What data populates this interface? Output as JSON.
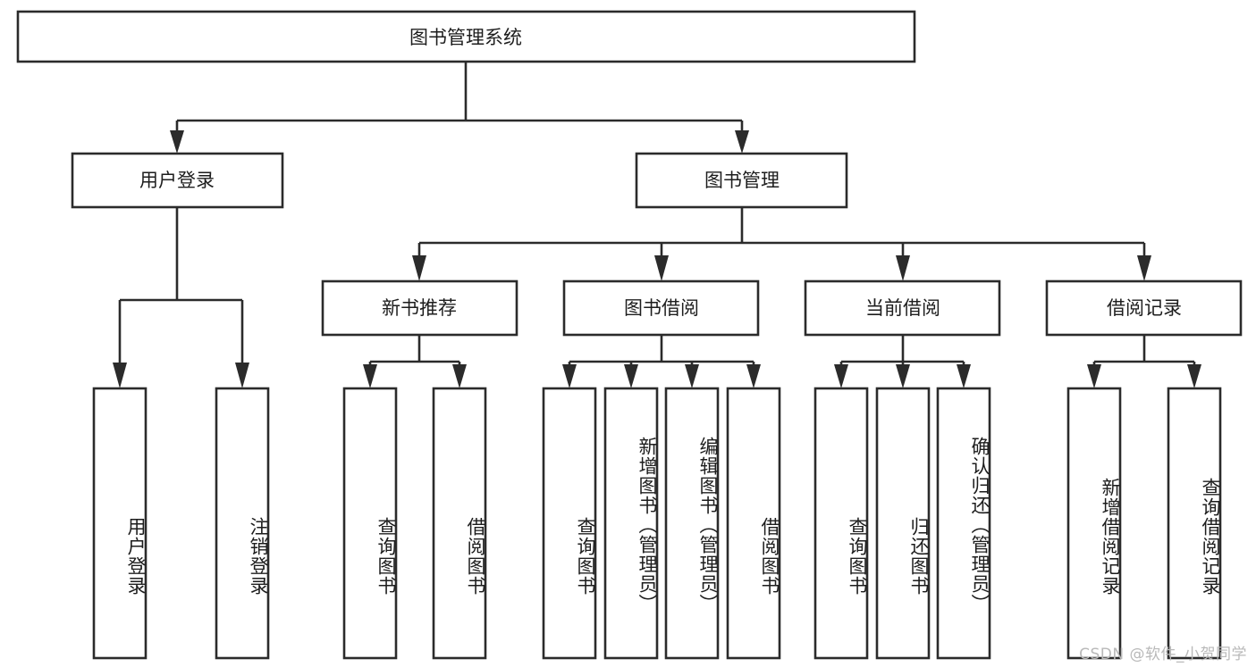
{
  "diagram": {
    "title": "图书管理系统",
    "type": "tree",
    "watermark": "CSDN @软件_小贺同学",
    "colors": {
      "stroke": "#2b2b2b",
      "box_fill": "#ffffff",
      "text": "#1d1d1d",
      "watermark": "#b9b9b9",
      "background": "#ffffff"
    },
    "root": {
      "label": "图书管理系统"
    },
    "level2": [
      {
        "label": "用户登录"
      },
      {
        "label": "图书管理"
      }
    ],
    "level3": [
      {
        "label": "新书推荐"
      },
      {
        "label": "图书借阅"
      },
      {
        "label": "当前借阅"
      },
      {
        "label": "借阅记录"
      }
    ],
    "leaves": {
      "user_login": [
        {
          "label": "用户登录"
        },
        {
          "label": "注销登录"
        }
      ],
      "new_book_recommend": [
        {
          "label": "查询图书"
        },
        {
          "label": "借阅图书"
        }
      ],
      "book_borrow": [
        {
          "label": "查询图书"
        },
        {
          "label": "新增图书（管理员）"
        },
        {
          "label": "编辑图书（管理员）"
        },
        {
          "label": "借阅图书"
        }
      ],
      "current_borrow": [
        {
          "label": "查询图书"
        },
        {
          "label": "归还图书"
        },
        {
          "label": "确认归还（管理员）"
        }
      ],
      "borrow_record": [
        {
          "label": "新增借阅记录"
        },
        {
          "label": "查询借阅记录"
        }
      ]
    }
  }
}
